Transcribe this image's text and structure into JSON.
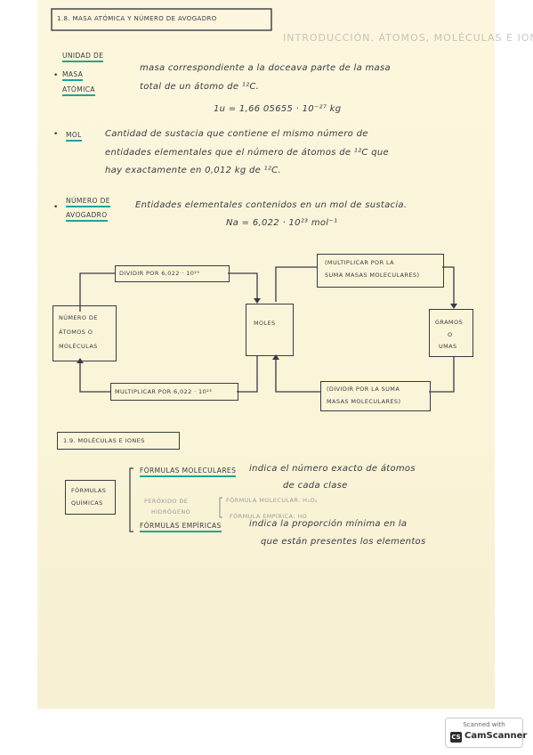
{
  "section18": {
    "title": "1.8. MASA ATÓMICA Y NÚMERO DE AVOGADRO",
    "faint_header": "INTRODUCCIÓN. ÁTOMOS, MOLÉCULAS E IONES",
    "uma_term": [
      "UNIDAD DE",
      "MASA",
      "ATÓMICA"
    ],
    "uma_def": [
      "masa correspondiente a la doceava parte de la masa",
      "total de un átomo de ¹²C."
    ],
    "uma_formula": "1u = 1,66 05655 · 10⁻²⁷ kg",
    "mol_term": "MOL",
    "mol_def": [
      "Cantidad de sustacia que contiene el mismo número de",
      "entidades elementales que el número de átomos de ¹²C que",
      "hay exactamente en 0,012 kg de ¹²C."
    ],
    "avogadro_term": [
      "NÚMERO DE",
      "AVOGADRO"
    ],
    "avogadro_def": "Entidades elementales contenidos en un mol de sustacia.",
    "avogadro_formula": "Na = 6,022 · 10²³ mol⁻¹"
  },
  "diagram": {
    "divide_avogadro": "DIVIDIR POR 6,022 · 10²³",
    "multiply_mass": [
      "(MULTIPLICAR POR LA",
      "SUMA MASAS MOLECULARES)"
    ],
    "atoms": [
      "NÚMERO DE",
      "ÁTOMOS O",
      "MOLÉCULAS"
    ],
    "moles": "MOLES",
    "grams": [
      "GRAMOS",
      "O",
      "UMAS"
    ],
    "multiply_avogadro": "MULTIPLICAR POR 6,022 · 10²³",
    "divide_mass": [
      "(DIVIDIR POR LA SUMA",
      "MASAS MOLECULARES)"
    ]
  },
  "section19": {
    "title": "1.9. MOLÉCULAS E IONES",
    "formulas_box": [
      "FÓRMULAS",
      "QUÍMICAS"
    ],
    "molecular_term": "FÓRMULAS MOLECULARES",
    "molecular_def": [
      "indica el número exacto de átomos",
      "de cada clase"
    ],
    "peroxide": [
      "PERÓXIDO DE",
      "HIDRÓGENO"
    ],
    "peroxide_molecular": "FÓRMULA MOLECULAR: H₂O₂",
    "peroxide_empirical": "FÓRMULA EMPÍRICA: HO",
    "empirical_term": "FÓRMULAS EMPÍRICAS",
    "empirical_def": [
      "indica la proporción mínima en la",
      "que están presentes los elementos"
    ]
  },
  "scanner": {
    "top": "Scanned with",
    "name": "CamScanner",
    "logo": "CS"
  },
  "colors": {
    "ink": "#3a3a44",
    "underline": "#1fa39a",
    "paper": "#faf4d8"
  }
}
